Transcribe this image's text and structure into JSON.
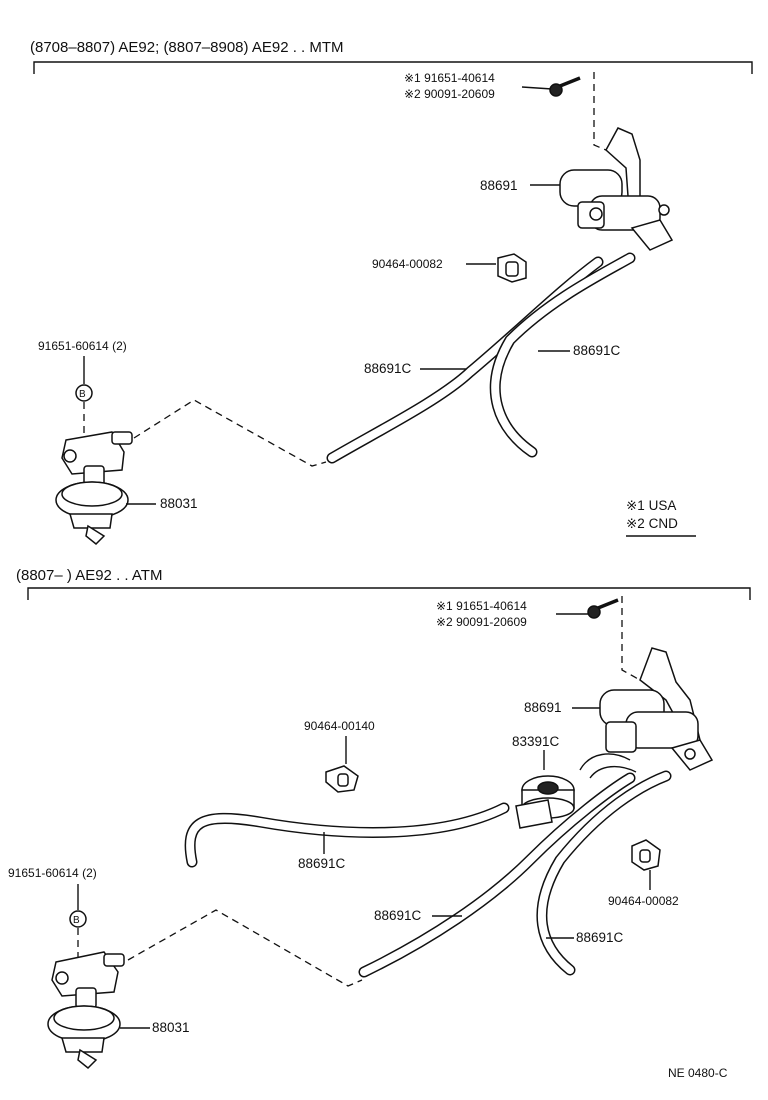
{
  "section_mtm": {
    "heading": "(8708–8807) AE92; (8807–8908) AE92 . . MTM",
    "bolt_usa": "※1 91651-40614",
    "bolt_cnd": "※2 90091-20609",
    "vsv": "88691",
    "clamp": "90464-00082",
    "hose_a": "88691C",
    "hose_b": "88691C",
    "mount_bolt": "91651-60614 (2)",
    "bolt_mark": "B",
    "actuator": "88031"
  },
  "legend": {
    "usa": "※1 USA",
    "cnd": "※2 CND"
  },
  "section_atm": {
    "heading": "(8807–        ) AE92 . . ATM",
    "bolt_usa": "※1  91651-40614",
    "bolt_cnd": "※2  90091-20609",
    "vsv": "88691",
    "clamp_a": "90464-00140",
    "switch": "83391C",
    "hose_a": "88691C",
    "hose_b": "88691C",
    "hose_c": "88691C",
    "clamp_b": "90464-00082",
    "mount_bolt": "91651-60614 (2)",
    "bolt_mark": "B",
    "actuator": "88031"
  },
  "footer": {
    "code": "NE  0480-C"
  }
}
